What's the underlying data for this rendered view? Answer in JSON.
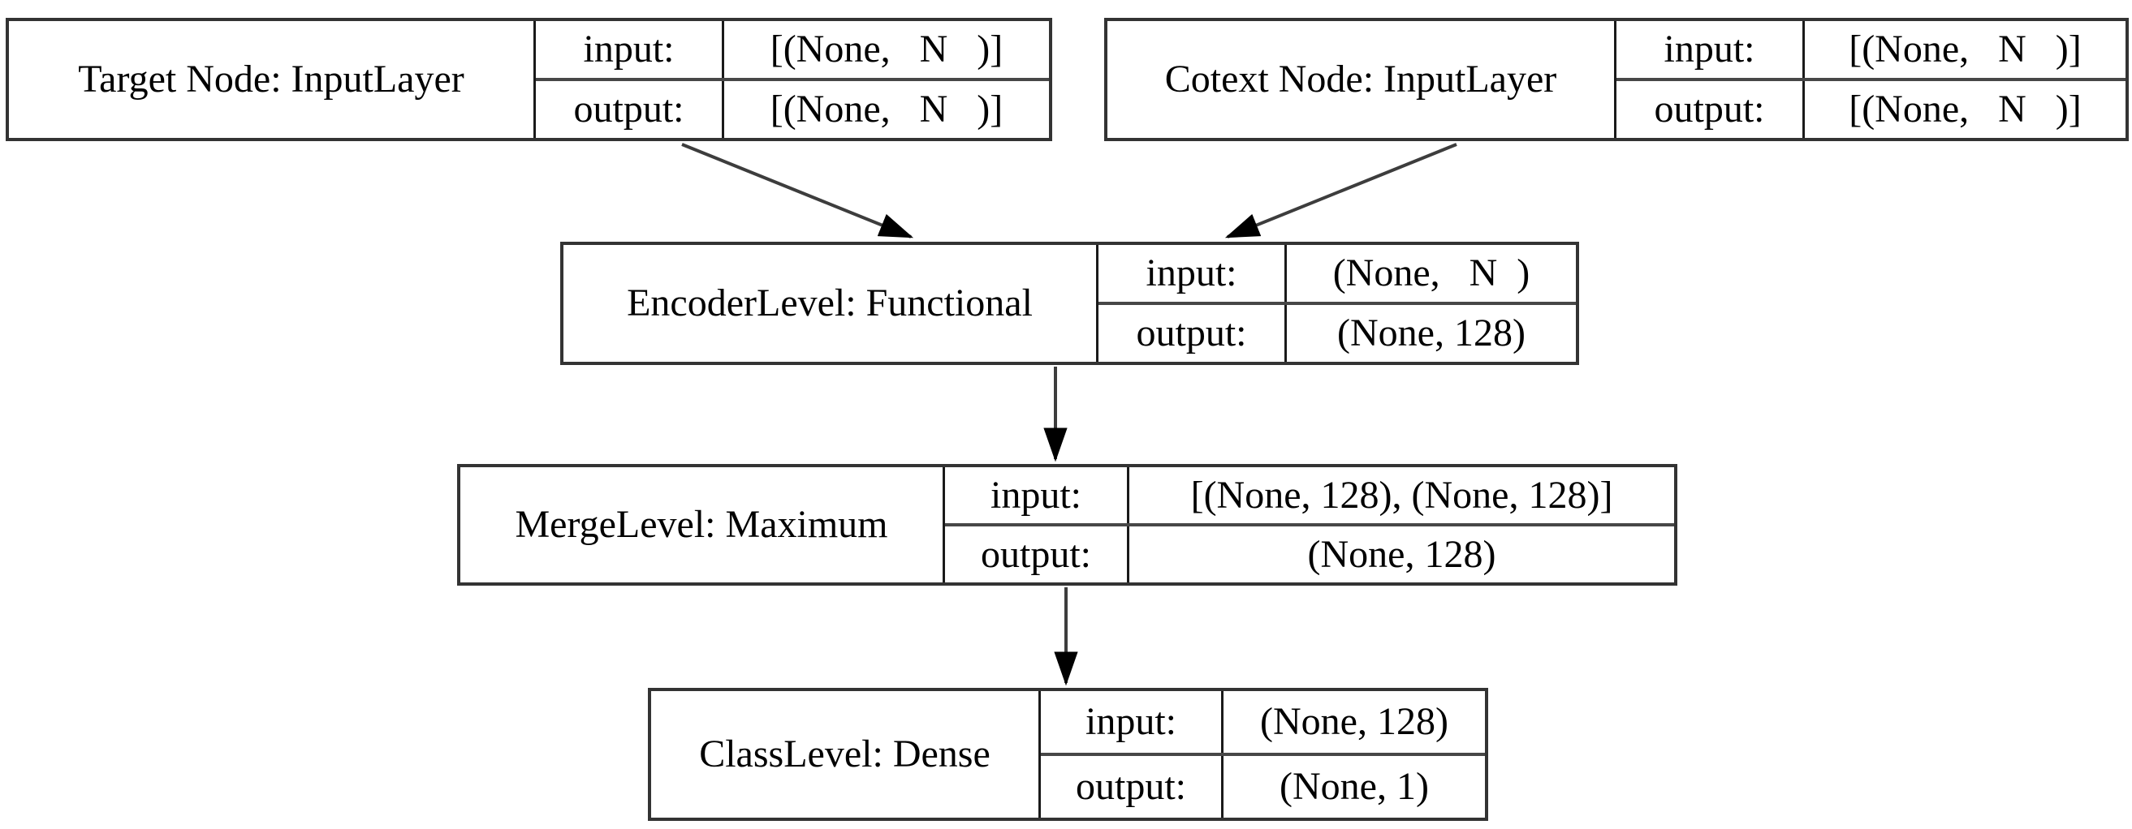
{
  "diagram_type": "keras-model-plot",
  "colors": {
    "background": "#ffffff",
    "node_border": "#333333",
    "inner_line": "#1a1a1a",
    "row_divider": "#474747",
    "edge_line": "#3d3d3d",
    "arrowhead": "#000000",
    "text": "#000000"
  },
  "nodes": [
    {
      "id": "target-node",
      "label": "Target Node: InputLayer",
      "rows": [
        {
          "key": "input:",
          "value": "[(None,   N   )]"
        },
        {
          "key": "output:",
          "value": "[(None,   N   )]"
        }
      ]
    },
    {
      "id": "cotext-node",
      "label": "Cotext Node: InputLayer",
      "rows": [
        {
          "key": "input:",
          "value": "[(None,   N   )]"
        },
        {
          "key": "output:",
          "value": "[(None,   N   )]"
        }
      ]
    },
    {
      "id": "encoder-level",
      "label": "EncoderLevel: Functional",
      "rows": [
        {
          "key": "input:",
          "value": "(None,   N  )"
        },
        {
          "key": "output:",
          "value": "(None, 128)"
        }
      ]
    },
    {
      "id": "merge-level",
      "label": "MergeLevel: Maximum",
      "rows": [
        {
          "key": "input:",
          "value": "[(None, 128), (None, 128)]"
        },
        {
          "key": "output:",
          "value": "(None, 128)"
        }
      ]
    },
    {
      "id": "class-level",
      "label": "ClassLevel: Dense",
      "rows": [
        {
          "key": "input:",
          "value": "(None, 128)"
        },
        {
          "key": "output:",
          "value": "(None, 1)"
        }
      ]
    }
  ],
  "edges": [
    {
      "from": "Target Node",
      "to": "EncoderLevel"
    },
    {
      "from": "Cotext Node",
      "to": "EncoderLevel"
    },
    {
      "from": "EncoderLevel",
      "to": "MergeLevel"
    },
    {
      "from": "MergeLevel",
      "to": "ClassLevel"
    }
  ]
}
